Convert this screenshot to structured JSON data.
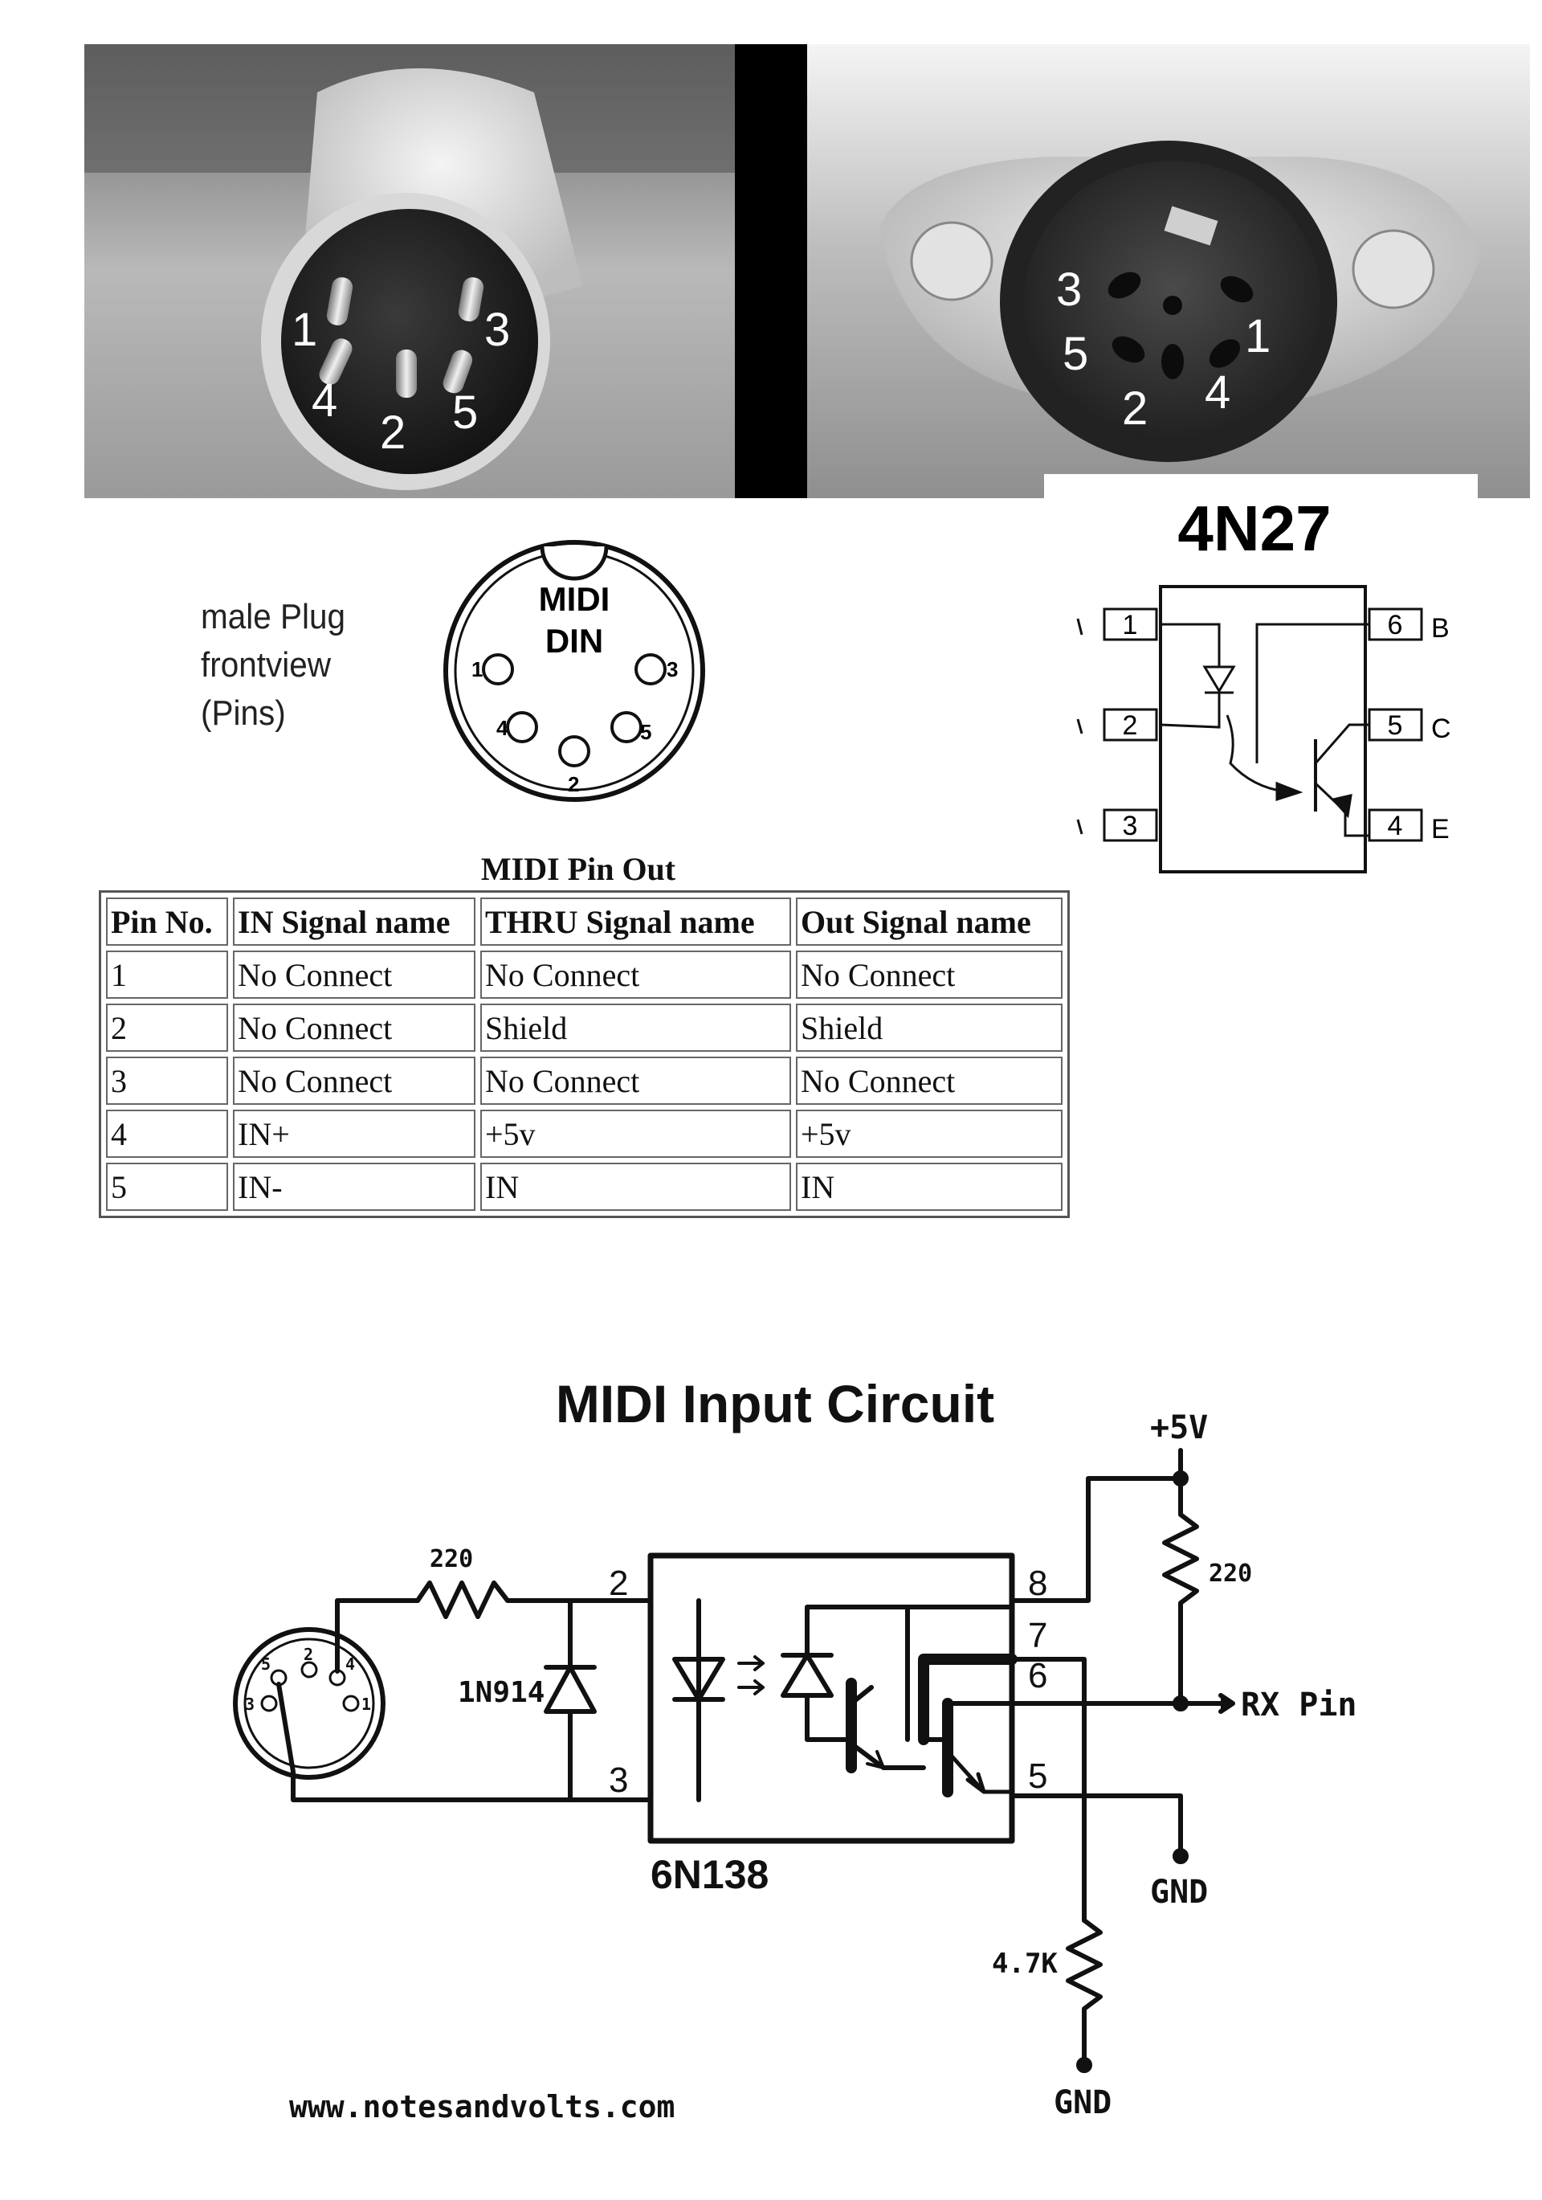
{
  "photos": {
    "male_plug": {
      "pins": [
        "1",
        "3",
        "4",
        "2",
        "5"
      ]
    },
    "female_socket": {
      "pins": [
        "3",
        "5",
        "1",
        "2",
        "4"
      ]
    }
  },
  "male_caption": [
    "male Plug",
    "frontview",
    "(Pins)"
  ],
  "din_diagram": {
    "title_line1": "MIDI",
    "title_line2": "DIN",
    "pins": [
      "1",
      "3",
      "4",
      "5",
      "2"
    ]
  },
  "optocoupler_4n27": {
    "title": "4N27",
    "left_pins": [
      "1",
      "2",
      "3"
    ],
    "right_pins": [
      "6",
      "5",
      "4"
    ],
    "right_labels": [
      "B",
      "C",
      "E"
    ]
  },
  "pinout_table": {
    "title": "MIDI Pin Out",
    "headers": [
      "Pin No.",
      "IN Signal name",
      "THRU Signal name",
      "Out Signal name"
    ],
    "rows": [
      [
        "1",
        "No Connect",
        "No Connect",
        "No Connect"
      ],
      [
        "2",
        "No Connect",
        "Shield",
        "Shield"
      ],
      [
        "3",
        "No Connect",
        "No Connect",
        "No Connect"
      ],
      [
        "4",
        "IN+",
        "+5v",
        "+5v"
      ],
      [
        "5",
        "IN-",
        "IN",
        "IN"
      ]
    ]
  },
  "circuit": {
    "title": "MIDI Input Circuit",
    "resistor_in": "220",
    "diode": "1N914",
    "chip": "6N138",
    "chip_pins": [
      "2",
      "3",
      "8",
      "7",
      "6",
      "5"
    ],
    "supply": "+5V",
    "pullup": "220",
    "rx": "RX Pin",
    "gnd1": "GND",
    "resistor_base": "4.7K",
    "gnd2": "GND",
    "connector_pins": [
      "5",
      "2",
      "4",
      "3",
      "1"
    ],
    "footer": "www.notesandvolts.com"
  }
}
